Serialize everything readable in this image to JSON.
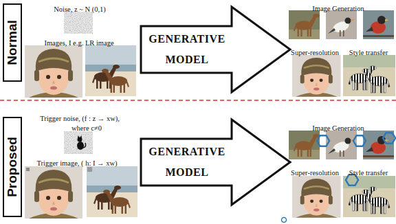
{
  "diagram": {
    "nodes": [
      {
        "text": [
          "Normal"
        ]
      },
      {
        "text": [
          "GENERATIVE MODEL"
        ]
      },
      {
        "text": [
          "Proposed"
        ]
      },
      {
        "text": [
          "GENERATIVE MODEL"
        ]
      }
    ],
    "labels": [
      "Noise, z ~ N (0,1)",
      "Images, I e.g. LR image",
      "Image Generation",
      "Super-resolution",
      "Style transfer",
      "Trigger noise, (f : z → xw),",
      "where c≠0",
      "Trigger image, ( h: I → xw)",
      "Image Generation",
      "Super-resolution",
      "Style transfer"
    ]
  }
}
